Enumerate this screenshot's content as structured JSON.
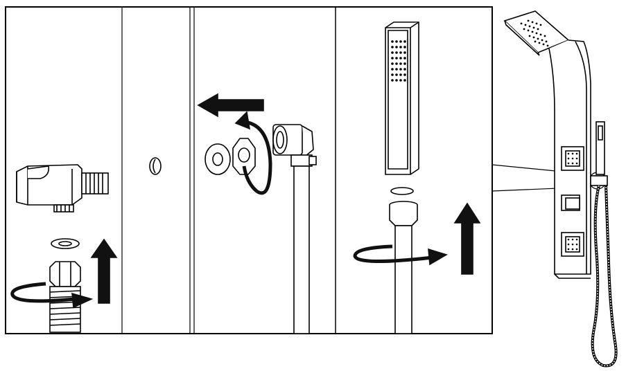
{
  "diagram": {
    "title": "",
    "steps": [
      {
        "id": "step-1",
        "content": "wall-bracket-attach"
      },
      {
        "id": "step-2",
        "content": "wall-hole"
      },
      {
        "id": "step-3",
        "content": "hose-to-outlet"
      },
      {
        "id": "step-4",
        "content": "handshower-to-hose"
      }
    ],
    "icons": [
      "holder-bracket-icon",
      "washer-icon",
      "rotate-arrow-icon",
      "push-up-arrow-icon",
      "push-left-arrow-icon",
      "hand-shower-icon",
      "hose-icon",
      "shower-panel-icon"
    ],
    "colors": {
      "stroke": "#000000",
      "background": "#ffffff",
      "fill_arrow": "#111111"
    }
  }
}
